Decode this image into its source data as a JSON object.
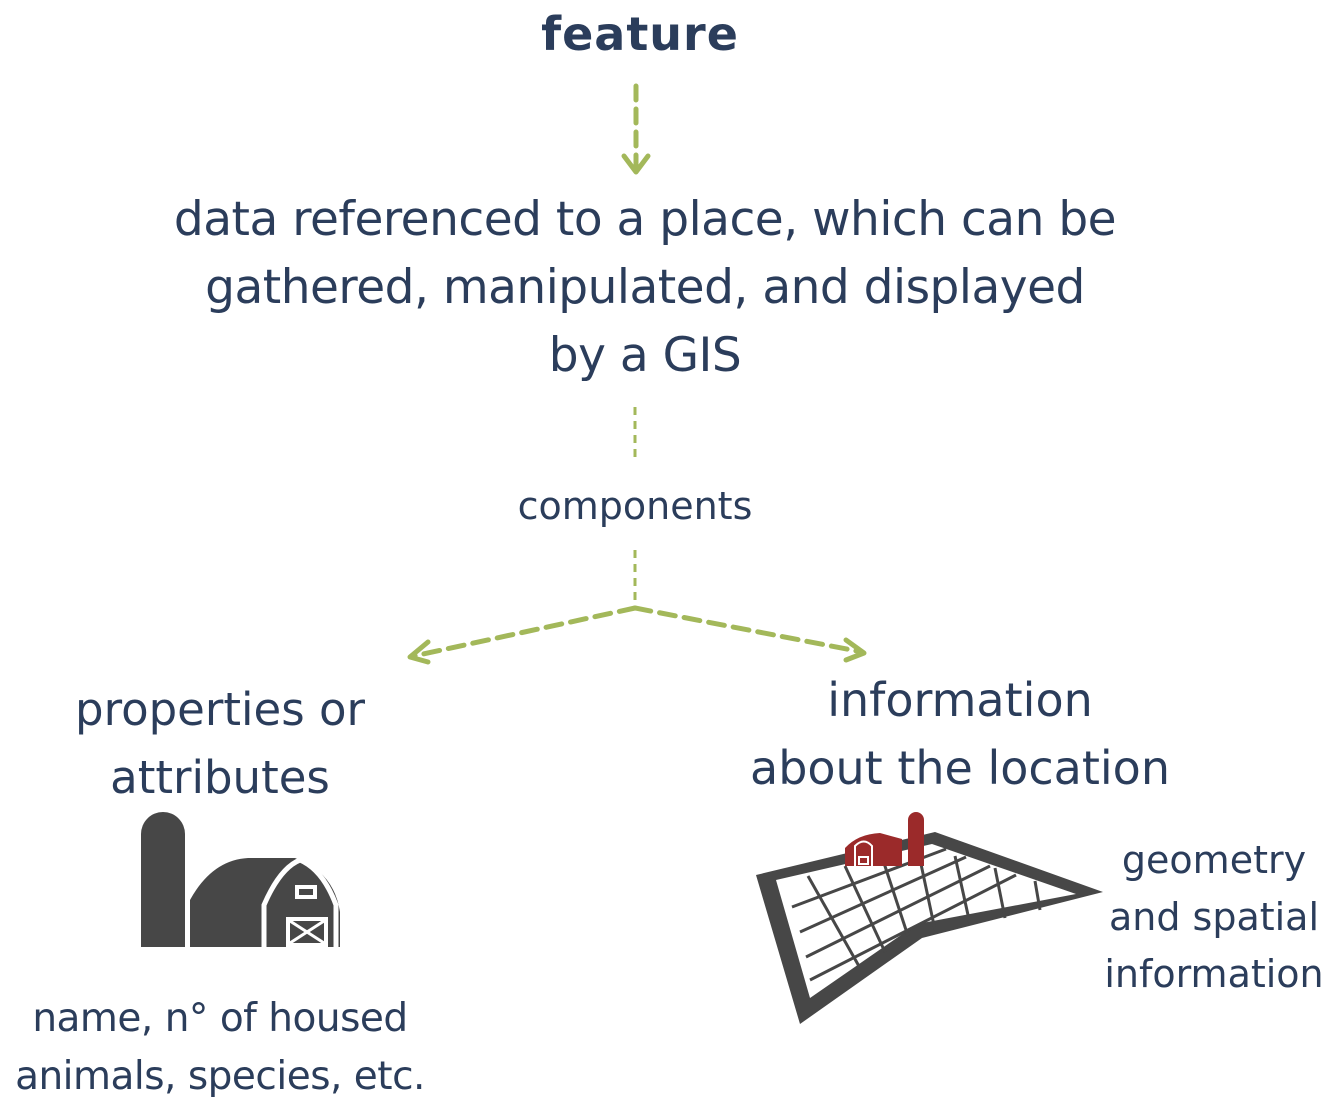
{
  "title": "feature",
  "definition": {
    "lines": [
      "data referenced to a place, which can be",
      "gathered, manipulated, and displayed",
      "by a GIS"
    ]
  },
  "components_label": "components",
  "attributes": {
    "heading_lines": [
      "properties or",
      "attributes"
    ],
    "icon": "barn-silo-icon",
    "examples_lines": [
      "name, n° of housed",
      "animals, species, etc."
    ]
  },
  "location": {
    "heading_lines": [
      "information",
      "about the location"
    ],
    "icon": "map-with-barn-icon",
    "detail_lines": [
      "geometry",
      "and spatial",
      "information"
    ]
  },
  "colors": {
    "text": "#2b3d5b",
    "arrow": "#a3b85a",
    "icon_gray": "#474747",
    "barn_red": "#9b2a2a"
  }
}
